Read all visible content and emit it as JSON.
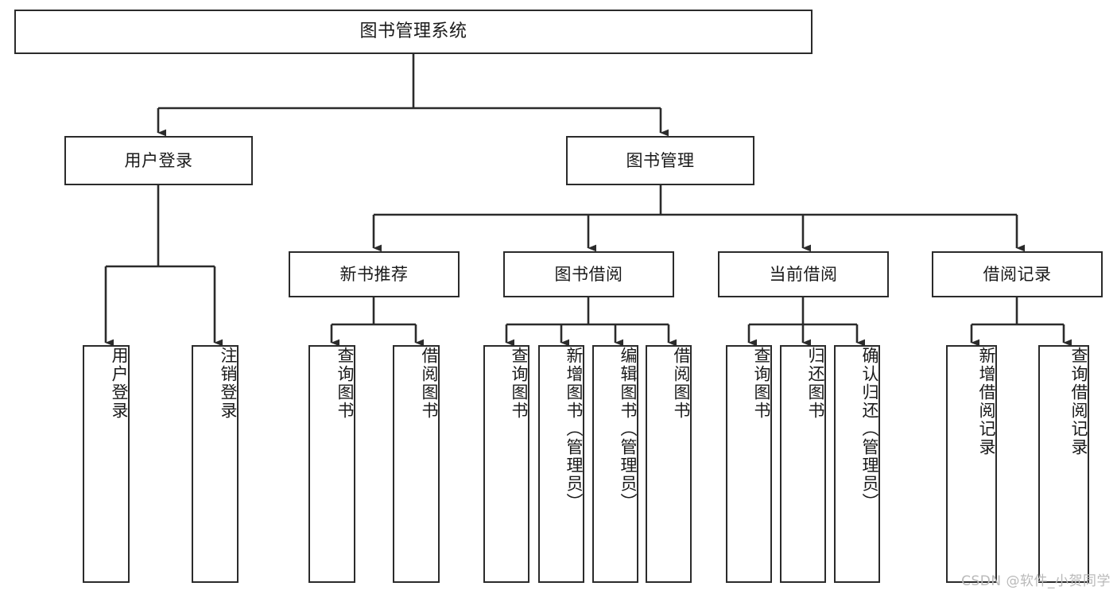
{
  "diagram": {
    "title_node": {
      "label": "图书管理系统"
    },
    "level1": [
      {
        "id": "user-login",
        "label": "用户登录"
      },
      {
        "id": "book-manage",
        "label": "图书管理"
      }
    ],
    "level2": [
      {
        "id": "new-book-recommend",
        "label": "新书推荐"
      },
      {
        "id": "book-borrow",
        "label": "图书借阅"
      },
      {
        "id": "current-borrow",
        "label": "当前借阅"
      },
      {
        "id": "borrow-record",
        "label": "借阅记录"
      }
    ],
    "leaves": {
      "user_login": [
        {
          "id": "leaf-user-login",
          "label": "用户登录"
        },
        {
          "id": "leaf-logout-login",
          "label": "注销登录"
        }
      ],
      "new_book_recommend": [
        {
          "id": "leaf-query-book-1",
          "label": "查询图书"
        },
        {
          "id": "leaf-borrow-book-1",
          "label": "借阅图书"
        }
      ],
      "book_borrow": [
        {
          "id": "leaf-query-book-2",
          "label": "查询图书"
        },
        {
          "id": "leaf-add-book",
          "label": "新增图书（管理员）"
        },
        {
          "id": "leaf-edit-book",
          "label": "编辑图书（管理员）"
        },
        {
          "id": "leaf-borrow-book-2",
          "label": "借阅图书"
        }
      ],
      "current_borrow": [
        {
          "id": "leaf-query-book-3",
          "label": "查询图书"
        },
        {
          "id": "leaf-return-book",
          "label": "归还图书"
        },
        {
          "id": "leaf-confirm-return",
          "label": "确认归还（管理员）"
        }
      ],
      "borrow_record": [
        {
          "id": "leaf-add-record",
          "label": "新增借阅记录"
        },
        {
          "id": "leaf-query-record",
          "label": "查询借阅记录"
        }
      ]
    }
  },
  "watermark": {
    "text": "CSDN @软件_小贺同学"
  },
  "colors": {
    "stroke": "#2b2b2b",
    "fill": "#ffffff",
    "text": "#1a1a1a",
    "watermark": "#b9b9b9"
  }
}
